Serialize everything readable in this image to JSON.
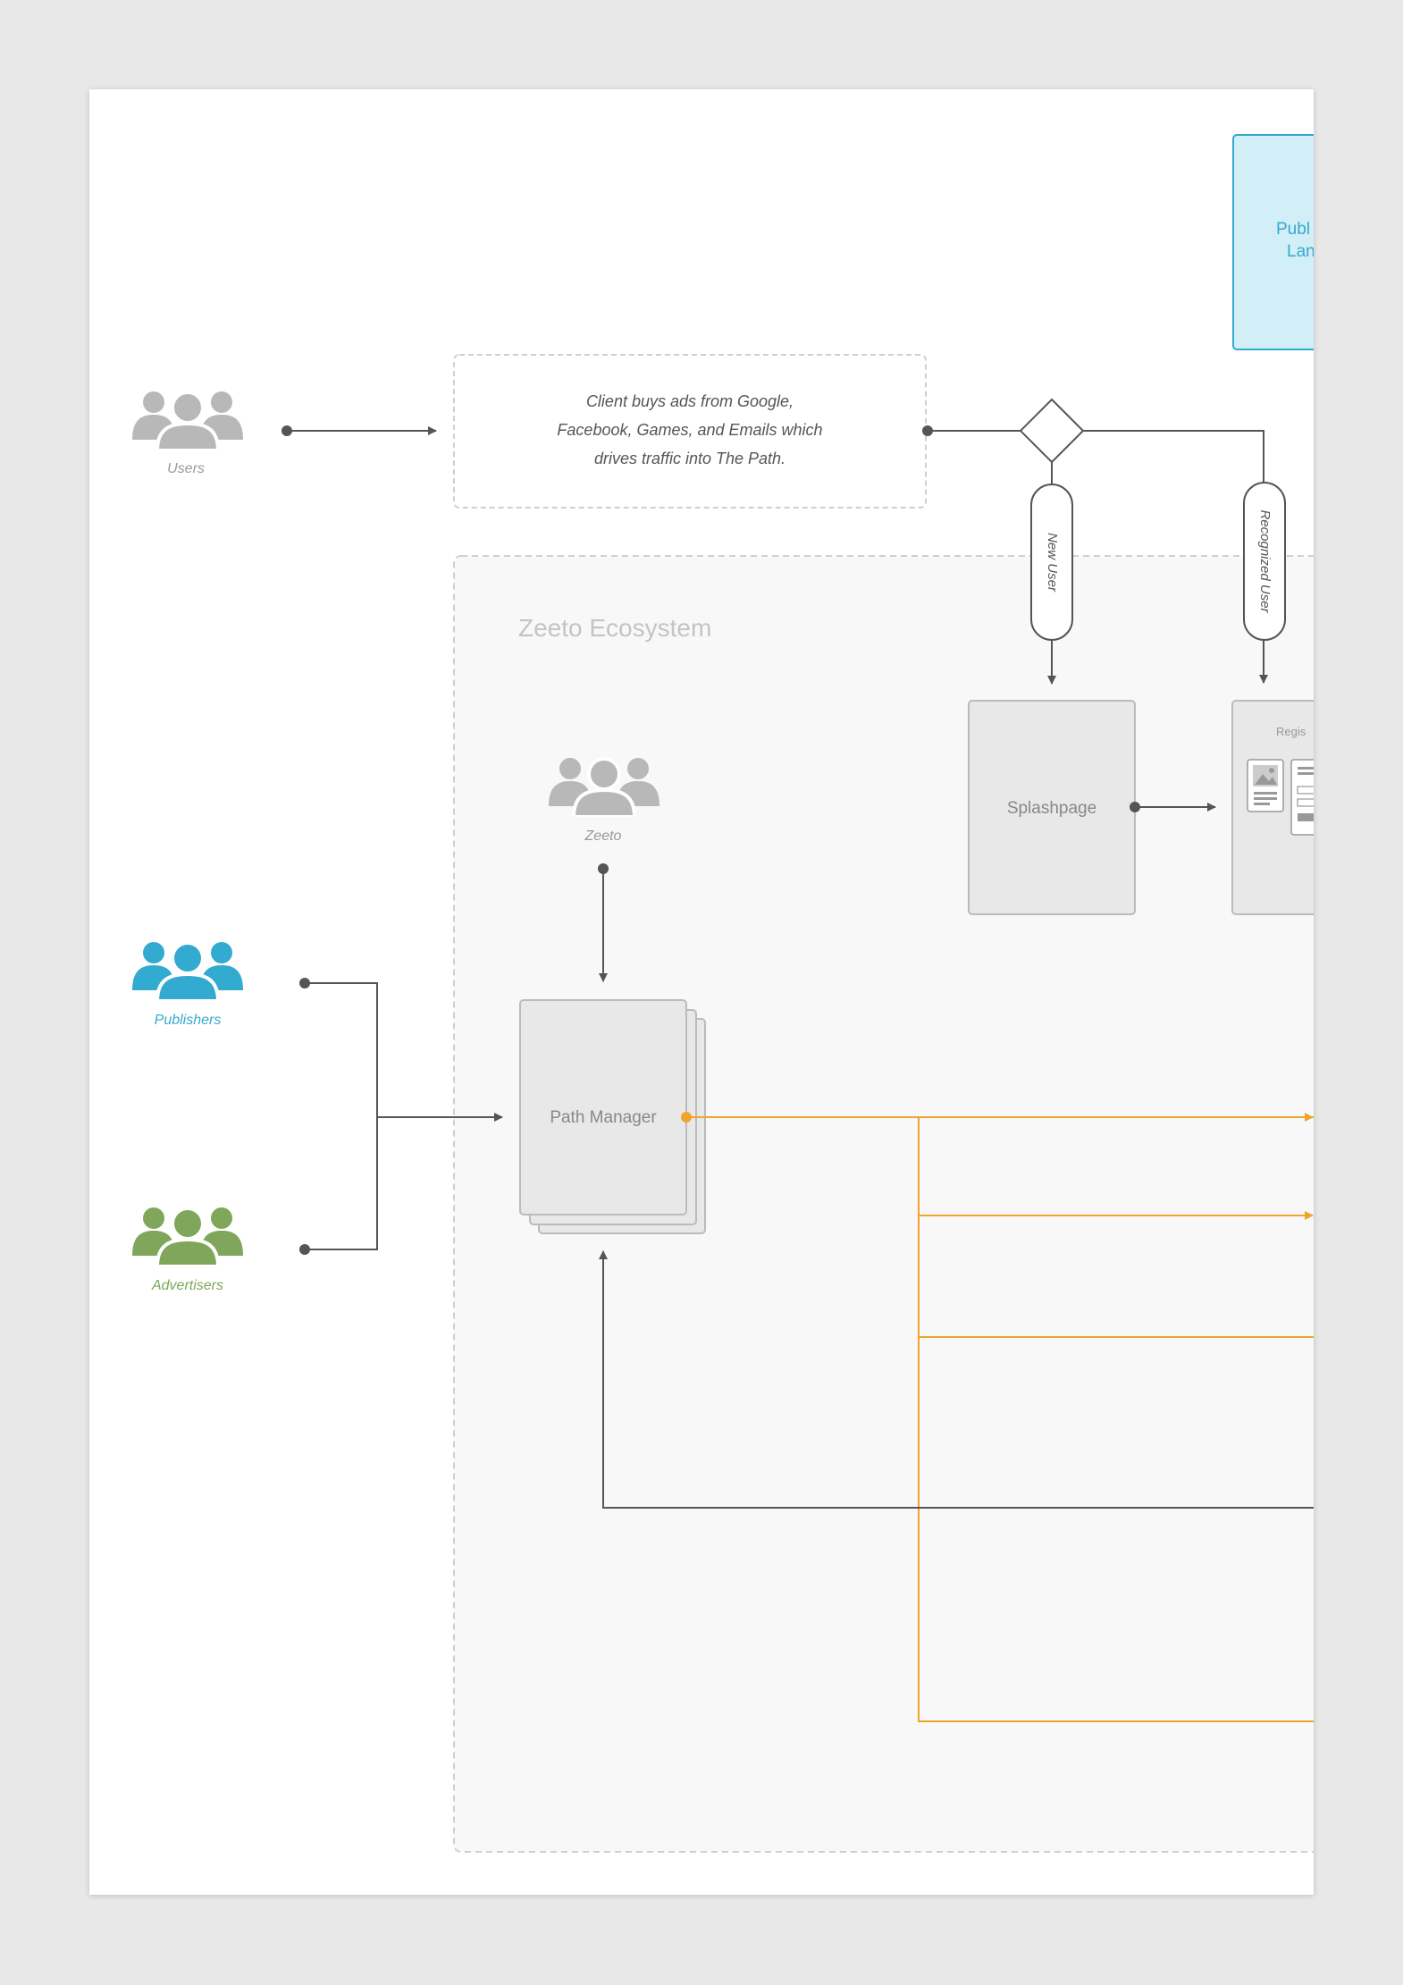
{
  "actors": {
    "users": "Users",
    "zeeto": "Zeeto",
    "publishers": "Publishers",
    "advertisers": "Advertisers"
  },
  "traffic_note": {
    "line1": "Client buys ads from Google,",
    "line2": "Facebook, Games, and Emails which",
    "line3": "drives traffic into The Path."
  },
  "ecosystem": {
    "title": "Zeeto Ecosystem"
  },
  "branches": {
    "new_user": "New User",
    "recognized_user": "Recognized User"
  },
  "nodes": {
    "splashpage": "Splashpage",
    "path_manager": "Path Manager",
    "registration_partial": "Regis",
    "publisher_landing_line1_partial": "Publ",
    "publisher_landing_line2_partial": "Lan"
  },
  "colors": {
    "gray_people": "#b8b8b8",
    "publishers": "#33aacf",
    "advertisers": "#7fa65a",
    "orange_flow": "#f0a430",
    "connector": "#555555",
    "cyan_box_fill": "#d2eef6",
    "cyan_box_border": "#33aacf"
  },
  "icons": [
    "people-group-icon",
    "image-placeholder-icon",
    "form-icon"
  ]
}
